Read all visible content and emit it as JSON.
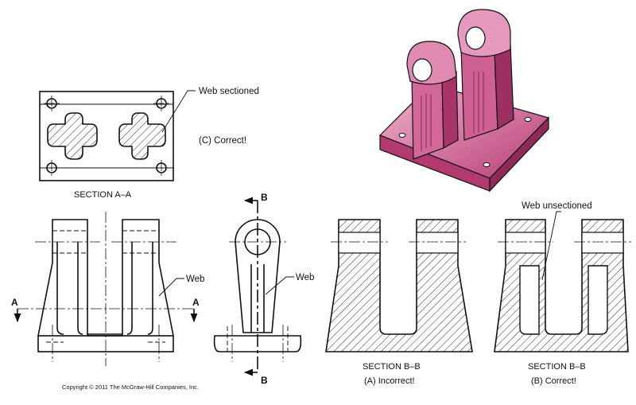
{
  "labels": {
    "web_sectioned": "Web sectioned",
    "correct_c": "(C) Correct!",
    "section_aa": "SECTION A–A",
    "web_left": "Web",
    "web_mid": "Web",
    "cut_a_left": "A",
    "cut_a_right": "A",
    "cut_b_top": "B",
    "cut_b_bottom": "B",
    "web_unsectioned": "Web unsectioned",
    "section_bb_a": "SECTION B–B",
    "incorrect_a": "(A)  Incorrect!",
    "section_bb_b": "SECTION B–B",
    "correct_b": "(B) Correct!",
    "copyright": "Copyright © 2011 The McGraw-Hill Companies, Inc."
  },
  "colors": {
    "render_magenta": "#c94a83",
    "render_light": "#e9a6c6",
    "render_dark": "#8e2a58"
  }
}
